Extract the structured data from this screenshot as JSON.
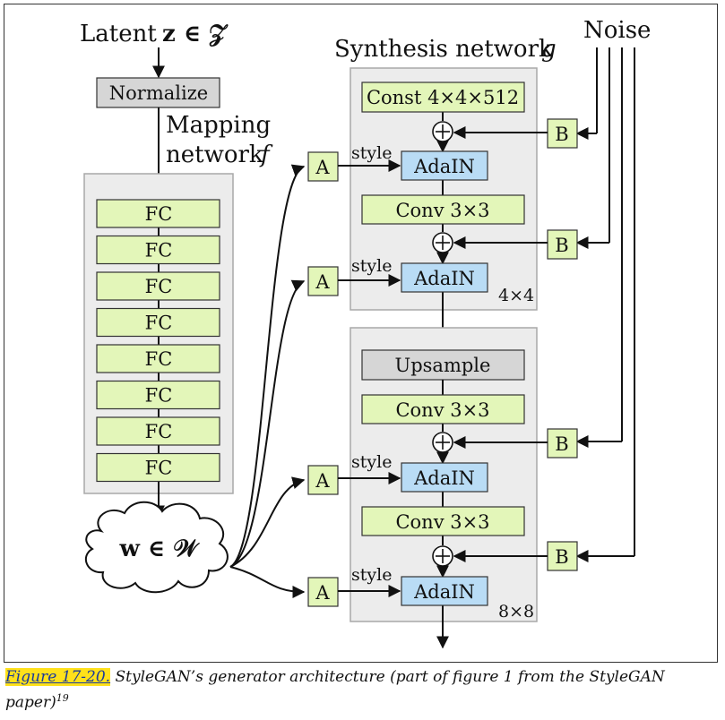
{
  "latent": {
    "text": "Latent",
    "symbol": "z ∈ 𝒵"
  },
  "normalize": "Normalize",
  "mapping": {
    "line1": "Mapping",
    "line2": "network",
    "f": "f"
  },
  "fc_layers": [
    "FC",
    "FC",
    "FC",
    "FC",
    "FC",
    "FC",
    "FC",
    "FC"
  ],
  "w_cloud": "w ∈ 𝒲",
  "synthesis": {
    "title": "Synthesis network",
    "g": "g"
  },
  "noise": "Noise",
  "const": "Const 4×4×512",
  "adain": "AdaIN",
  "style": "style",
  "conv": "Conv 3×3",
  "upsample": "Upsample",
  "a_label": "A",
  "b_label": "B",
  "res_4": "4×4",
  "res_8": "8×8",
  "caption": {
    "figure": "Figure 17-20.",
    "text": " StyleGAN’s generator architecture (part of figure 1 from the StyleGAN paper)",
    "ref": "19"
  }
}
